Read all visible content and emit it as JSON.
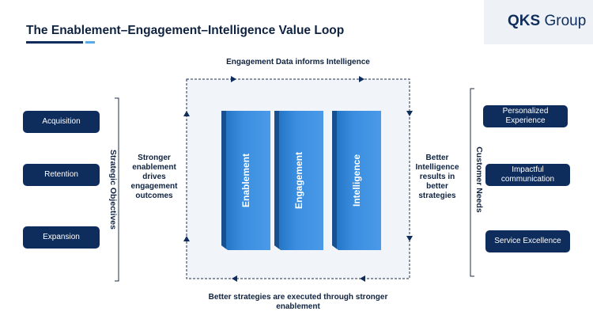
{
  "header": {
    "title": "The Enablement–Engagement–Intelligence Value Loop",
    "logo_bold": "QKS",
    "logo_rest": " Group"
  },
  "left": {
    "items": [
      "Acquisition",
      "Retention",
      "Expansion"
    ],
    "bracket_label": "Strategic Objectives"
  },
  "right": {
    "items": [
      "Personalized Experience",
      "Impactful communication",
      "Service Excellence"
    ],
    "bracket_label": "Customer Needs"
  },
  "loop": {
    "top_label": "Engagement Data informs Intelligence",
    "bottom_label": "Better strategies are executed through stronger enablement",
    "left_label": "Stronger enablement drives engagement outcomes",
    "right_label": "Better Intelligence results in better strategies"
  },
  "pillars": [
    "Enablement",
    "Engagement",
    "Intelligence"
  ],
  "colors": {
    "navy": "#0f2d5c",
    "pillar_blue": "#3b8ee0",
    "accent_light": "#5aa8e6",
    "loop_bg": "#f1f5fa"
  }
}
